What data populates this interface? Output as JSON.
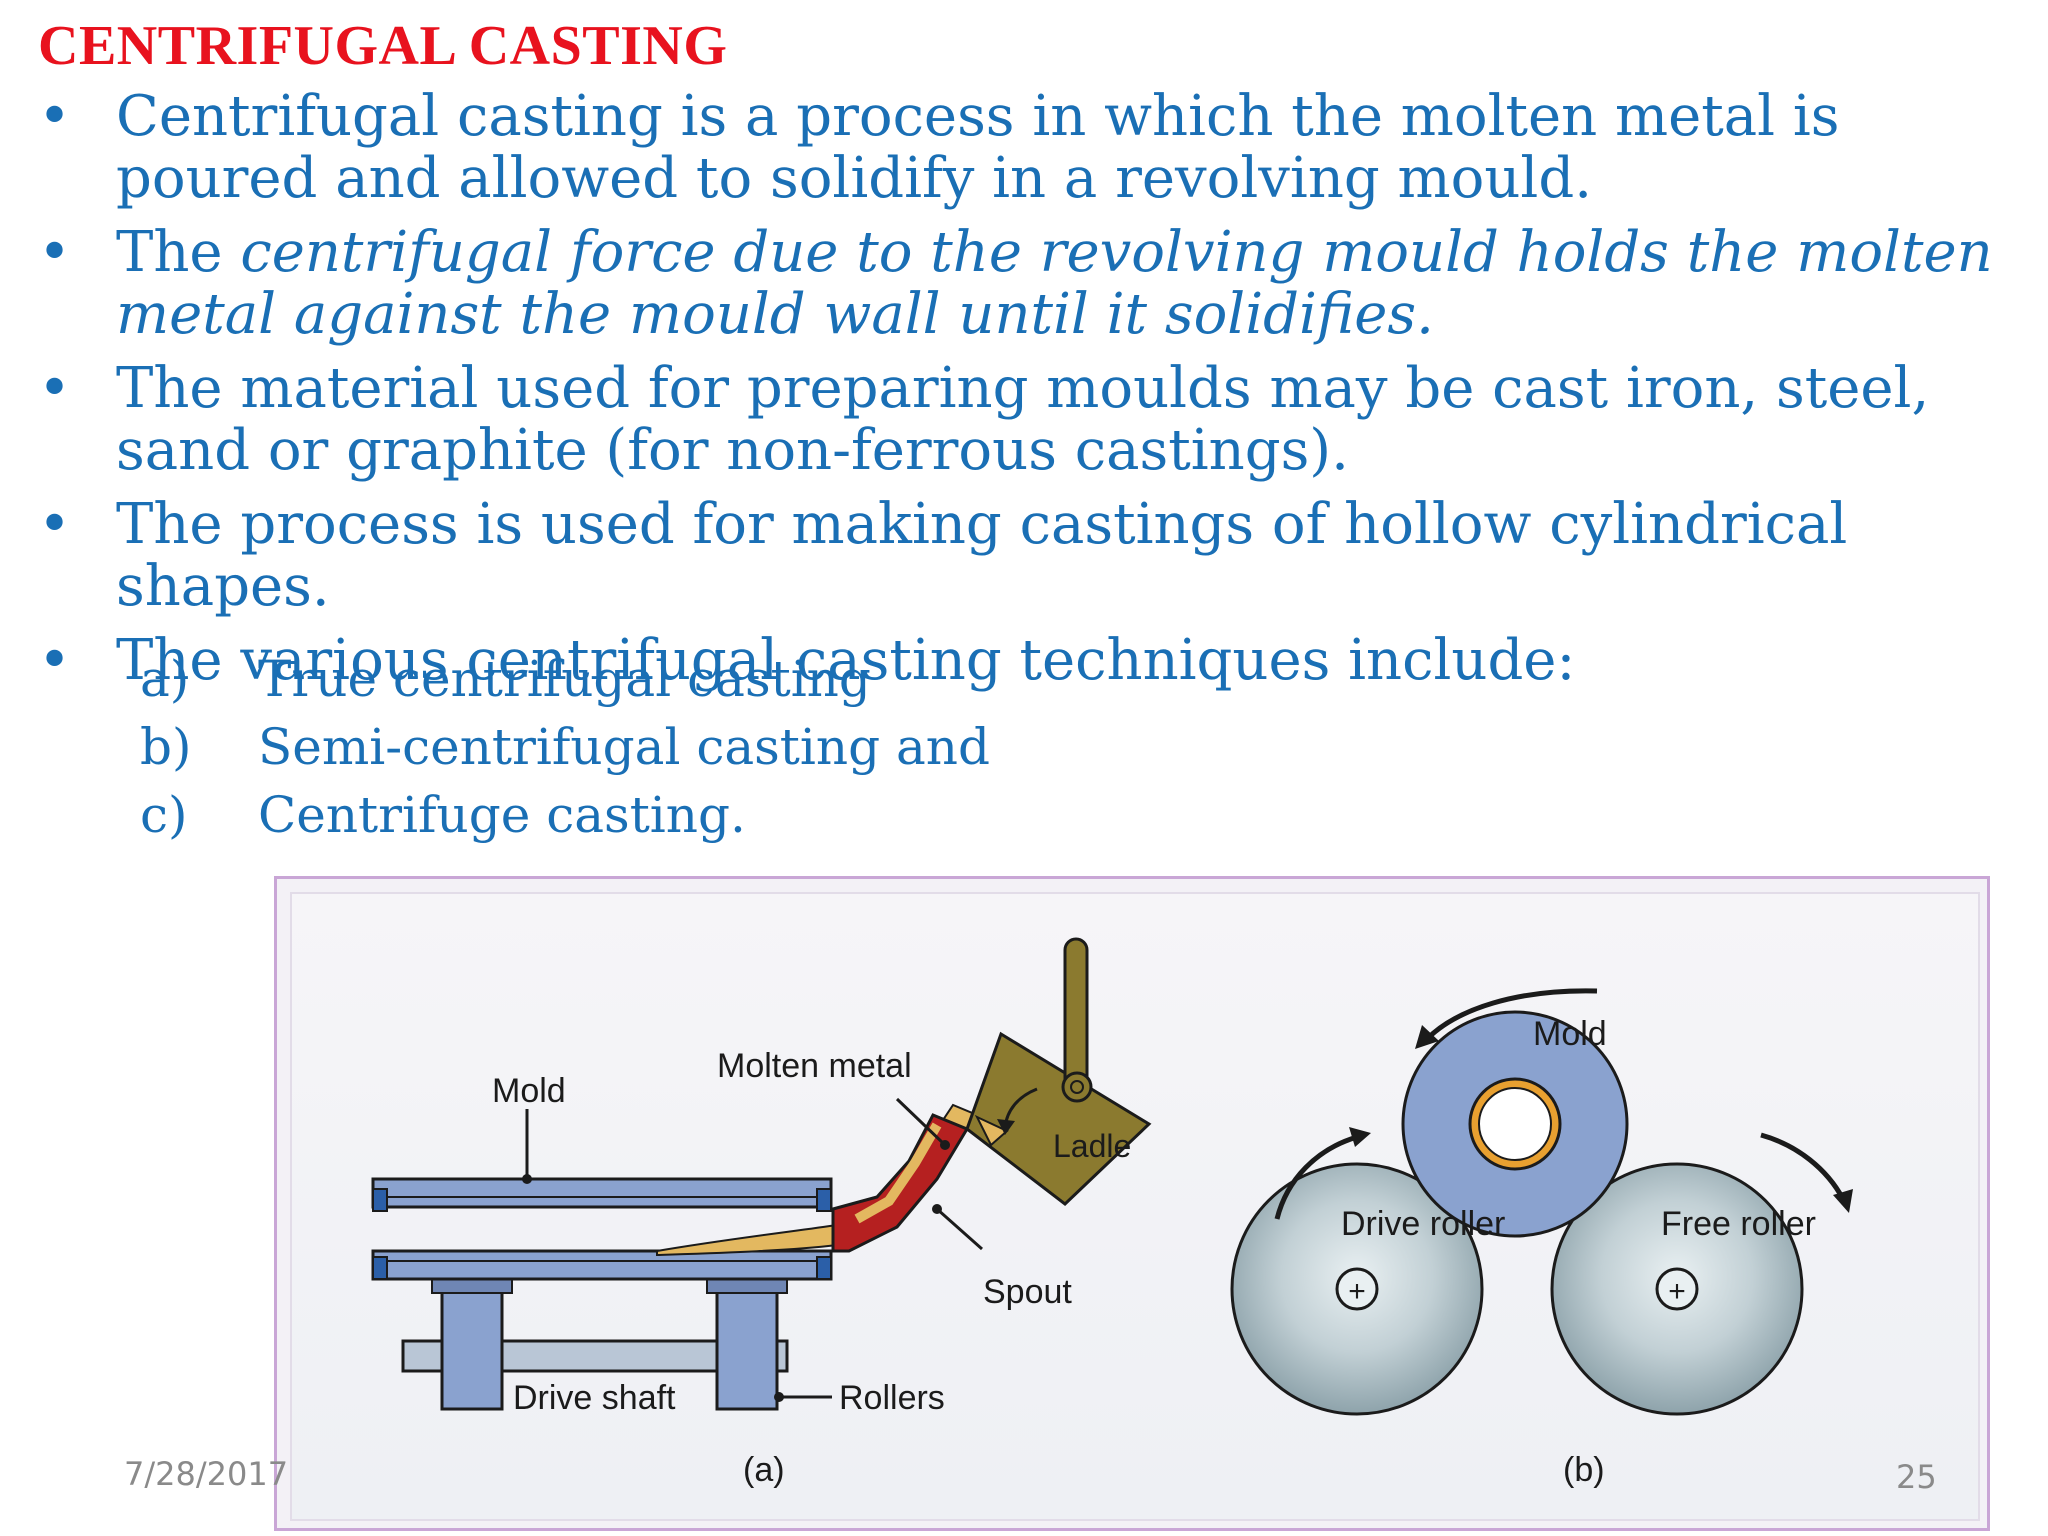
{
  "slide": {
    "title": "CENTRIFUGAL CASTING",
    "bullet_symbol": "•",
    "bullets": [
      {
        "text": "Centrifugal casting is a process in which the molten metal is poured and allowed to solidify in a revolving mould."
      },
      {
        "prefix": "The ",
        "italic": "centrifugal force due to the revolving mould holds the molten metal against the mould wall until it solidifies."
      },
      {
        "text": "The material used for preparing moulds may be cast iron, steel, sand or graphite (for non-ferrous castings)."
      },
      {
        "text": "The process is used for making castings of hollow cylindrical shapes."
      },
      {
        "text": "The various centrifugal casting techniques include:"
      }
    ],
    "subitems": [
      {
        "letter": "a)",
        "text": "True centrifugal casting"
      },
      {
        "letter": "b)",
        "text": "Semi-centrifugal casting and"
      },
      {
        "letter": "c)",
        "text": "Centrifuge casting."
      }
    ],
    "date": "7/28/2017",
    "page_number": "25"
  },
  "figure": {
    "a": {
      "caption": "(a)",
      "labels": {
        "mold": "Mold",
        "molten_metal": "Molten metal",
        "ladle": "Ladle",
        "spout": "Spout",
        "drive_shaft": "Drive shaft",
        "rollers": "Rollers"
      }
    },
    "b": {
      "caption": "(b)",
      "labels": {
        "mold": "Mold",
        "drive_roller": "Drive roller",
        "free_roller": "Free roller",
        "axle_mark": "+"
      }
    },
    "colors": {
      "mold_blue": "#8aa2cf",
      "molten": "#e3b860",
      "spout_red": "#b52020",
      "ladle": "#8b7a2f",
      "roller_grey": "#a9b9bf"
    }
  }
}
